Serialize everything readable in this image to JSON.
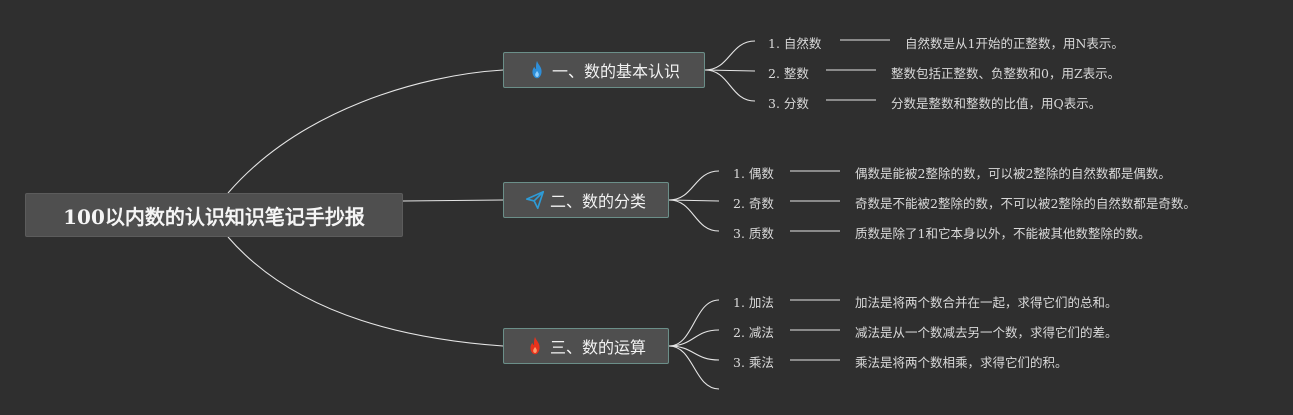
{
  "root": {
    "title": "100以内数的认识知识笔记手抄报"
  },
  "branches": [
    {
      "title": "一、数的基本认识",
      "icon": "flame-icon",
      "icon_color": "#2e8fd9",
      "items": [
        {
          "label": "1. 自然数",
          "desc": "自然数是从1开始的正整数，用N表示。"
        },
        {
          "label": "2. 整数",
          "desc": "整数包括正整数、负整数和0，用Z表示。"
        },
        {
          "label": "3. 分数",
          "desc": "分数是整数和整数的比值，用Q表示。"
        }
      ]
    },
    {
      "title": "二、数的分类",
      "icon": "paper-plane-icon",
      "icon_color": "#2e9bd6",
      "items": [
        {
          "label": "1. 偶数",
          "desc": "偶数是能被2整除的数，可以被2整除的自然数都是偶数。"
        },
        {
          "label": "2. 奇数",
          "desc": "奇数是不能被2整除的数，不可以被2整除的自然数都是奇数。"
        },
        {
          "label": "3. 质数",
          "desc": "质数是除了1和它本身以外，不能被其他数整除的数。"
        }
      ]
    },
    {
      "title": "三、数的运算",
      "icon": "flame-icon",
      "icon_color": "#e8321c",
      "items": [
        {
          "label": "1. 加法",
          "desc": "加法是将两个数合并在一起，求得它们的总和。"
        },
        {
          "label": "2. 减法",
          "desc": "减法是从一个数减去另一个数，求得它们的差。"
        },
        {
          "label": "3. 乘法",
          "desc": "乘法是将两个数相乘，求得它们的积。"
        }
      ]
    }
  ],
  "colors": {
    "background": "#2f2f2f",
    "node_fill": "#4f4f4f",
    "branch_border": "#6b8f89",
    "connector": "#e6e6e6"
  }
}
